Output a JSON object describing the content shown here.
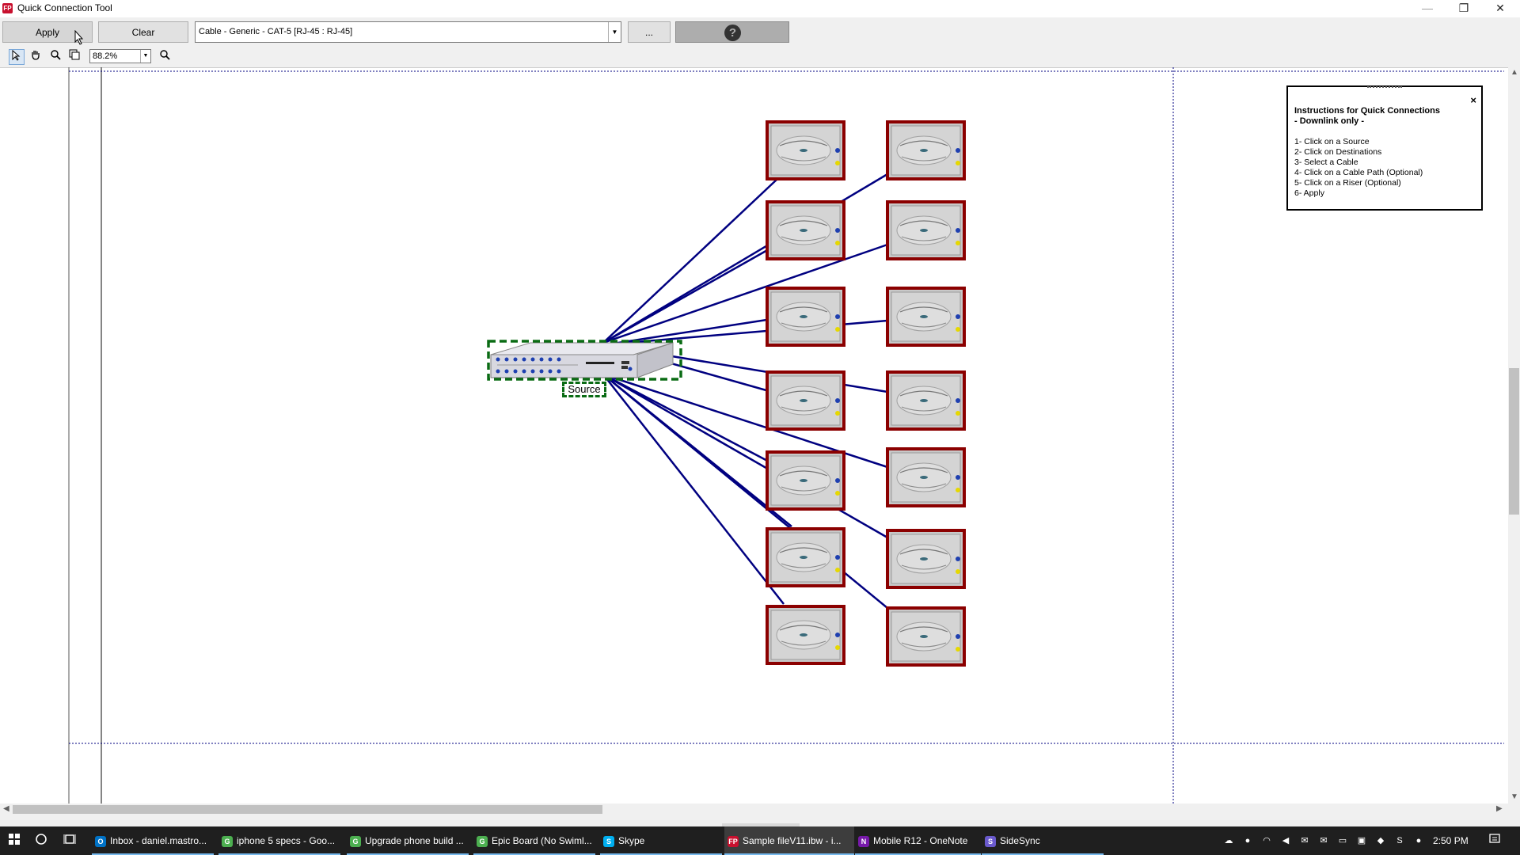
{
  "window": {
    "title": "Quick Connection Tool",
    "app_icon_label": "FP",
    "minimize_glyph": "—",
    "restore_glyph": "❐",
    "close_glyph": "✕"
  },
  "toolbar": {
    "apply_label": "Apply",
    "clear_label": "Clear",
    "cable_selected": "Cable - Generic - CAT-5 [RJ-45 :  RJ-45]",
    "more_label": "...",
    "help_glyph": "?"
  },
  "tools": {
    "zoom_value": "88.2%"
  },
  "canvas": {
    "source_label": "Source"
  },
  "instructions": {
    "title": "Instructions for Quick Connections",
    "subtitle": "- Downlink only -",
    "steps": [
      "1- Click on a Source",
      "2- Click on Destinations",
      "3- Select a Cable",
      "4- Click on a Cable Path (Optional)",
      "5- Click on a Riser (Optional)",
      "6- Apply"
    ],
    "close_glyph": "×"
  },
  "taskbar": {
    "tasks": [
      {
        "label": "Inbox - daniel.mastro...",
        "icon": "outlook-icon",
        "icon_text": "O",
        "color": "#0072c6"
      },
      {
        "label": "iphone 5 specs - Goo...",
        "icon": "chrome-icon",
        "icon_text": "G",
        "color": "#4caf50"
      },
      {
        "label": "Upgrade phone build ...",
        "icon": "chrome-icon",
        "icon_text": "G",
        "color": "#4caf50"
      },
      {
        "label": "Epic Board (No Swiml...",
        "icon": "chrome-icon",
        "icon_text": "G",
        "color": "#4caf50"
      },
      {
        "label": "Skype",
        "icon": "skype-icon",
        "icon_text": "S",
        "color": "#00aff0"
      },
      {
        "label": "Sample fileV11.ibw - i...",
        "icon": "fp-icon",
        "icon_text": "FP",
        "color": "#c8102e"
      },
      {
        "label": "Mobile R12 - OneNote",
        "icon": "onenote-icon",
        "icon_text": "N",
        "color": "#7719aa"
      },
      {
        "label": "SideSync",
        "icon": "sidesync-icon",
        "icon_text": "S",
        "color": "#6a5acd"
      }
    ],
    "clock": "2:50 PM"
  },
  "colors": {
    "cable_line": "#000080",
    "destination_border": "#8b0000",
    "selection_dash": "#0a6b14"
  }
}
